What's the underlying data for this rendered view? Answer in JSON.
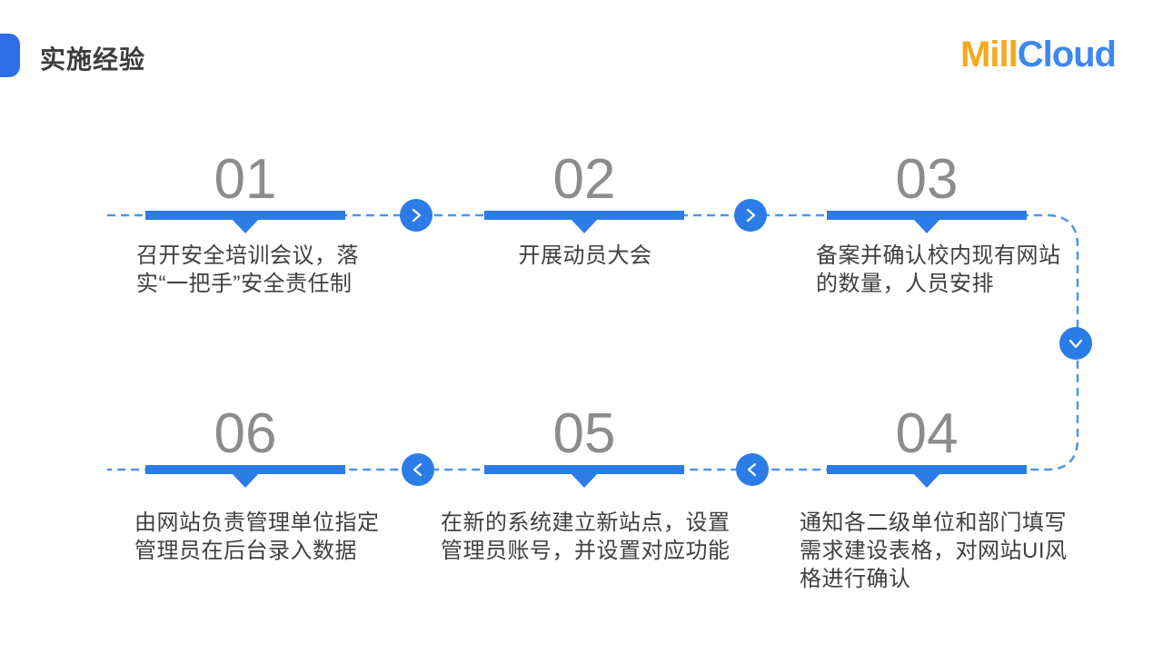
{
  "header": {
    "title": "实施经验",
    "logo": {
      "part1": "Mill",
      "part2": "Cloud"
    }
  },
  "flow": {
    "steps": [
      {
        "number": "01",
        "text": "召开安全培训会议，落实“一把手”安全责任制"
      },
      {
        "number": "02",
        "text": "开展动员大会"
      },
      {
        "number": "03",
        "text": "备案并确认校内现有网站的数量，人员安排"
      },
      {
        "number": "04",
        "text": "通知各二级单位和部门填写需求建设表格，对网站UI风格进行确认"
      },
      {
        "number": "05",
        "text": "在新的系统建立新站点，设置管理员账号，并设置对应功能"
      },
      {
        "number": "06",
        "text": "由网站负责管理单位指定管理员在后台录入数据"
      }
    ],
    "arrow_icons": {
      "top_row": "chevron-right",
      "bottom_row": "chevron-left",
      "right_wrap": "chevron-down"
    }
  },
  "colors": {
    "solid_blue": "#2b7ce6",
    "dashed_blue": "#4e94ec",
    "accent_blue": "#2e6ee8",
    "number_gray": "#8c8c8c",
    "text_dark": "#404040",
    "logo_orange": "#f7a81b",
    "logo_blue": "#3d87f5"
  }
}
